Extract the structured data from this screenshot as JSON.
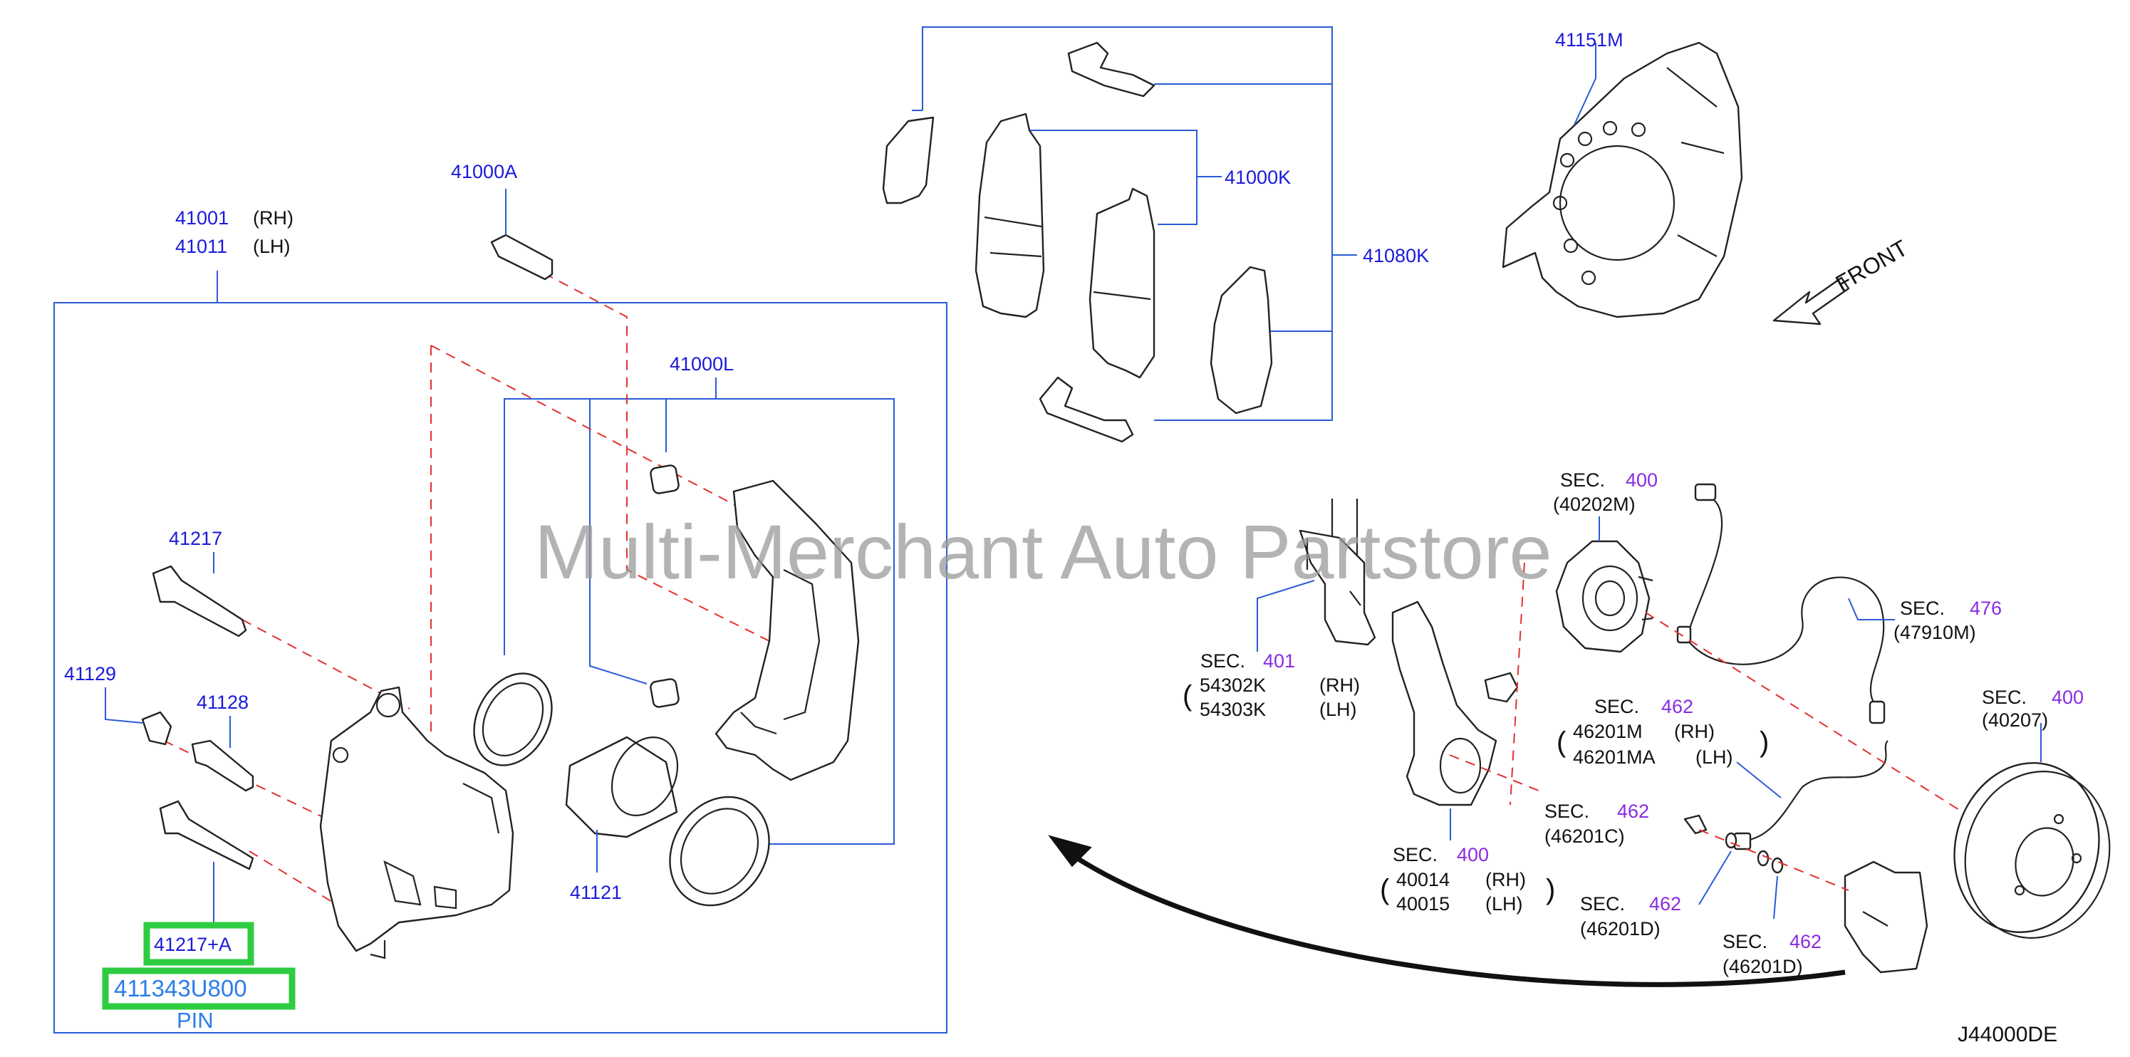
{
  "watermark": "Multi-Merchant Auto Partstore",
  "diagram_code": "J44000DE",
  "front_label": "FRONT",
  "caliper": {
    "assembly": {
      "rh_code": "41001",
      "rh_side": "(RH)",
      "lh_code": "41011",
      "lh_side": "(LH)"
    },
    "bolt": "41000A",
    "seal_kit": "41000L",
    "main_pin": "41217",
    "bleeder_cap": "41129",
    "bleeder": "41128",
    "piston": "41121",
    "pin_highlight": "41217+A",
    "pin_part_number": "411343U800",
    "pin_name": "PIN"
  },
  "pads": {
    "pad_kit": "41000K",
    "hardware_kit": "41080K"
  },
  "backing_plate": "41151M",
  "suspension": {
    "hub": {
      "sec_word": "SEC.",
      "sec_num": "400",
      "part": "(40202M)"
    },
    "sensor": {
      "sec_word": "SEC.",
      "sec_num": "476",
      "part": "(47910M)"
    },
    "strut": {
      "sec_word": "SEC.",
      "sec_num": "401",
      "rh_code": "54302K",
      "rh_side": "(RH)",
      "lh_code": "54303K",
      "lh_side": "(LH)"
    },
    "hose": {
      "sec_word": "SEC.",
      "sec_num": "462",
      "rh_code": "46201M",
      "rh_side": "(RH)",
      "lh_code": "46201MA",
      "lh_side": "(LH)"
    },
    "rotor": {
      "sec_word": "SEC.",
      "sec_num": "400",
      "part": "(40207)"
    },
    "banjo_bolt": {
      "sec_word": "SEC.",
      "sec_num": "462",
      "part": "(46201C)"
    },
    "knuckle": {
      "sec_word": "SEC.",
      "sec_num": "400",
      "rh_code": "40014",
      "rh_side": "(RH)",
      "lh_code": "40015",
      "lh_side": "(LH)"
    },
    "washer_a": {
      "sec_word": "SEC.",
      "sec_num": "462",
      "part": "(46201D)"
    },
    "washer_b": {
      "sec_word": "SEC.",
      "sec_num": "462",
      "part": "(46201D)"
    }
  }
}
